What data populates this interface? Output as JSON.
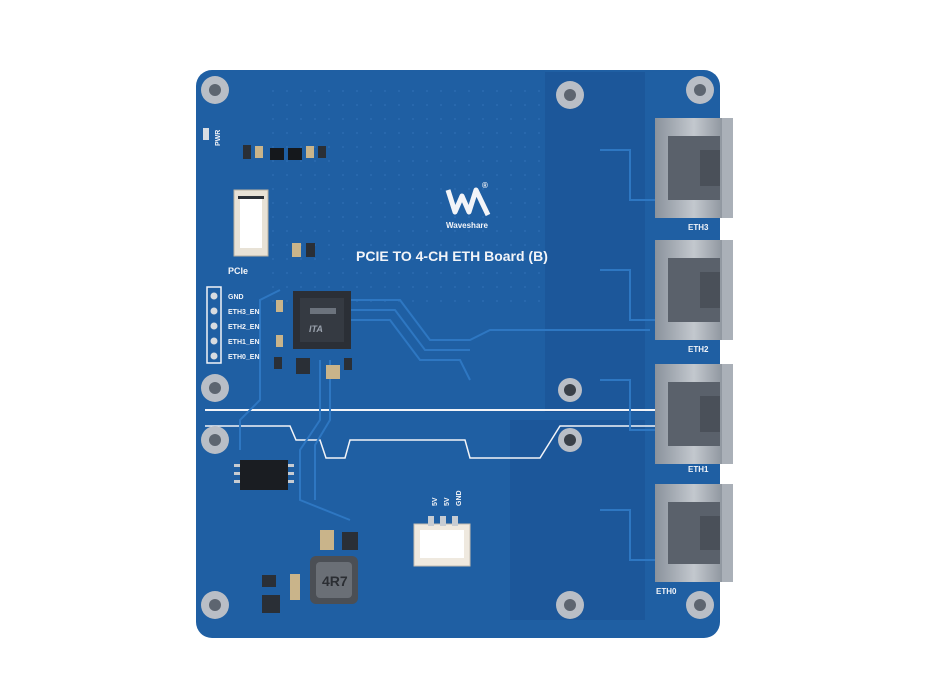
{
  "board": {
    "title": "PCIE TO 4-CH ETH Board (B)",
    "brand": "Waveshare",
    "brand_mark": "®",
    "colors": {
      "pcb": "#1f5fa3",
      "pcb_dark": "#184e8a",
      "silkscreen": "#f2f4f8"
    }
  },
  "labels": {
    "pwr": "PWR",
    "pcie": "PCIe",
    "gnd": "GND",
    "eth3_en": "ETH3_EN",
    "eth2_en": "ETH2_EN",
    "eth1_en": "ETH1_EN",
    "eth0_en": "ETH0_EN",
    "eth3": "ETH3",
    "eth2": "ETH2",
    "eth1": "ETH1",
    "eth0": "ETH0",
    "pin_5v_a": "5V",
    "pin_5v_b": "5V",
    "pin_gnd": "GND",
    "inductor": "4R7",
    "chip": "ITA"
  }
}
